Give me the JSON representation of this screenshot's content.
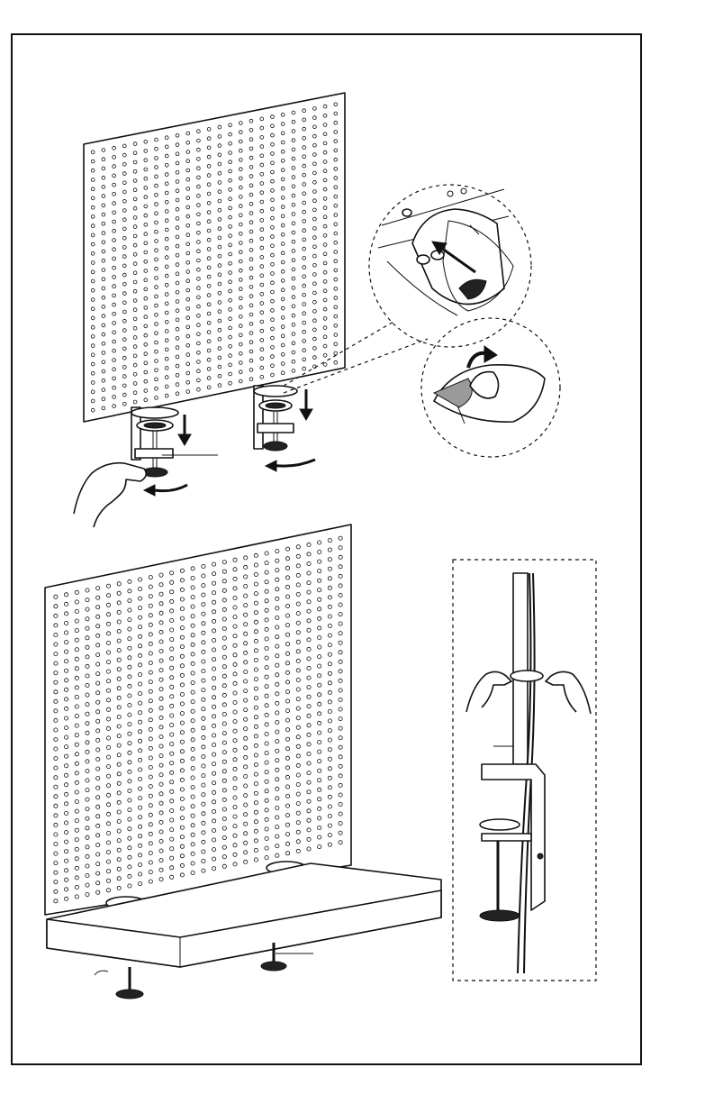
{
  "figure": {
    "colors": {
      "ink": "#111111",
      "paper": "#ffffff",
      "tape": "#9a9a9a"
    },
    "icons": {
      "down_arrow": "down-arrow-icon",
      "rotate_arrow": "rotate-arrow-icon",
      "push_arrow": "push-arrow-icon",
      "curl_arrow": "curl-arrow-icon"
    },
    "panels": {
      "top": {
        "rows": 29,
        "cols": 24
      },
      "bottom": {
        "rows": 33,
        "cols": 28
      }
    }
  }
}
